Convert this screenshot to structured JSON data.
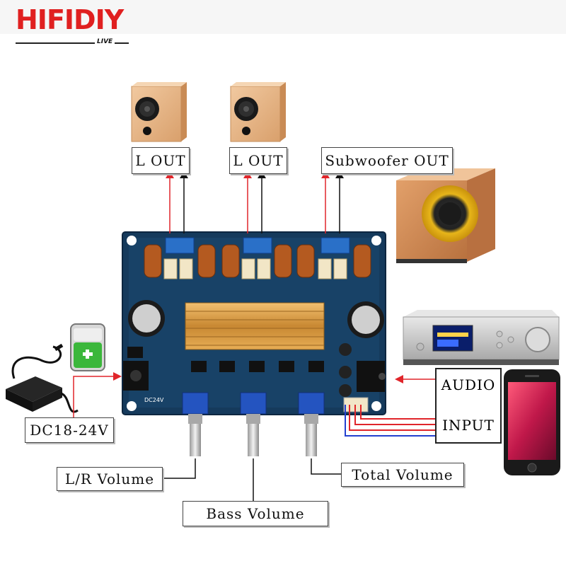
{
  "brand": {
    "logo_text": "HIFIDIY",
    "logo_sub": "LIVE"
  },
  "outputs": {
    "left_speaker": "L OUT",
    "right_speaker": "L OUT",
    "subwoofer": "Subwoofer OUT"
  },
  "power": {
    "label": "DC18-24V",
    "board_marking": "DC24V"
  },
  "input": {
    "line1": "AUDIO",
    "line2": "INPUT"
  },
  "controls": {
    "lr_volume": "L/R Volume",
    "bass_volume": "Bass Volume",
    "total_volume": "Total Volume"
  },
  "colors": {
    "positive_wire": "#e0252a",
    "negative_wire": "#111111",
    "signal_wire": "#2340d0",
    "pcb": "#153a5c",
    "heatsink": "#d99a3a",
    "speaker_wood": "#e8b88a",
    "logo_red": "#e02020"
  },
  "icons": [
    "speaker-cabinet-icon",
    "subwoofer-icon",
    "power-adapter-icon",
    "battery-icon",
    "amplifier-unit-icon",
    "smartphone-icon",
    "potentiometer-icon"
  ]
}
